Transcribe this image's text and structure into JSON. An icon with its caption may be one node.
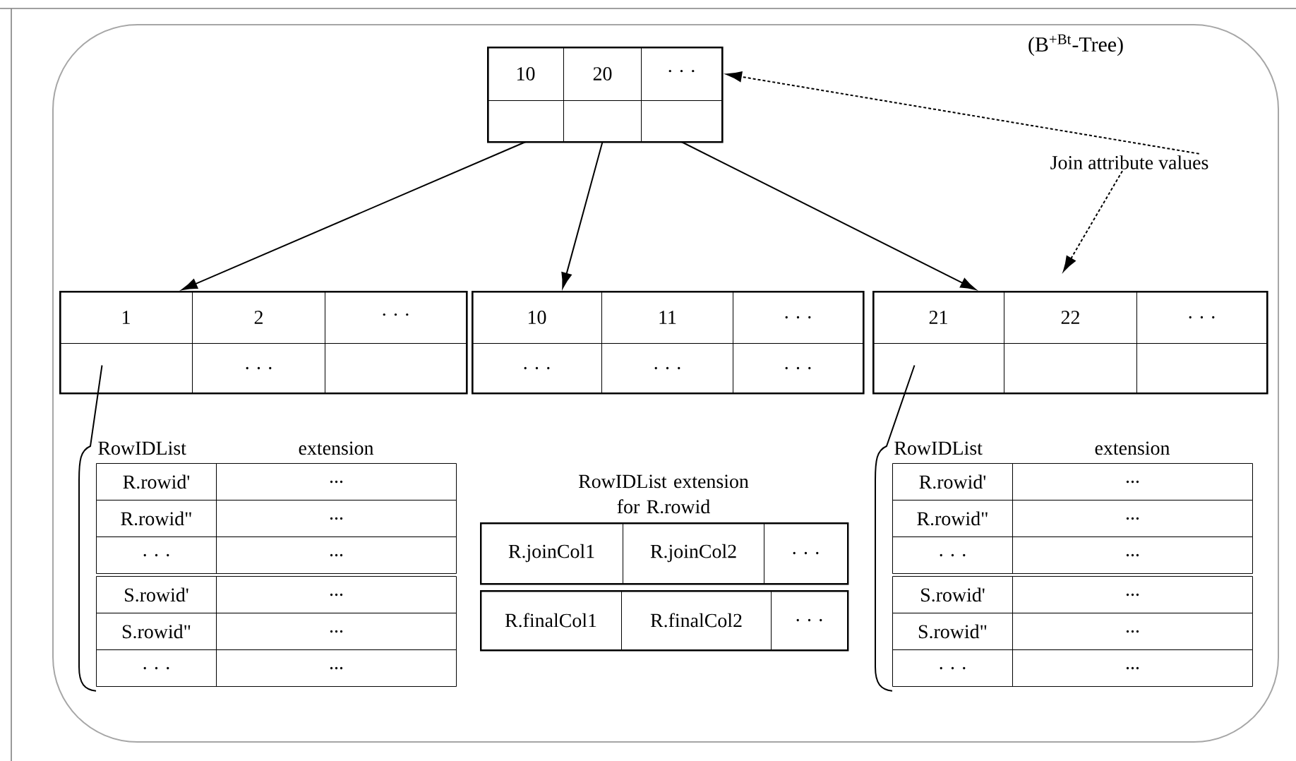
{
  "diagram": {
    "nodes": [
      {
        "text": [
          "(B$^{+Bt}$-Tree)"
        ]
      },
      {
        "text": [],
        "shape": "box",
        "in": 0
      },
      {
        "text": [
          "10"
        ],
        "in": 1
      },
      {
        "text": [
          "20"
        ],
        "in": 1
      },
      {
        "text": [
          "· · ·"
        ],
        "in": 1
      },
      {
        "text": [],
        "shape": "box",
        "in": 1
      },
      {
        "text": [],
        "shape": "box",
        "in": 1
      },
      {
        "text": [],
        "shape": "box",
        "in": 1
      },
      {
        "text": [],
        "shape": "box",
        "in": 0
      },
      {
        "text": [
          "1"
        ],
        "in": 8
      },
      {
        "text": [
          "2"
        ],
        "in": 8
      },
      {
        "text": [
          "· · ·"
        ],
        "in": 8
      },
      {
        "text": [],
        "shape": "box",
        "in": 8
      },
      {
        "text": [
          ". . ."
        ],
        "in": 8
      },
      {
        "text": [],
        "shape": "box",
        "in": 8
      },
      {
        "text": [],
        "shape": "box",
        "in": 0
      },
      {
        "text": [
          "10"
        ],
        "in": 15
      },
      {
        "text": [
          "11"
        ],
        "in": 15
      },
      {
        "text": [
          ". . ."
        ],
        "in": 15
      },
      {
        "text": [
          ". . ."
        ],
        "in": 15
      },
      {
        "text": [
          ". . ."
        ],
        "in": 15
      },
      {
        "text": [
          ". . ."
        ],
        "in": 15
      },
      {
        "text": [],
        "shape": "box",
        "in": 0
      },
      {
        "text": [
          "21"
        ],
        "in": 22
      },
      {
        "text": [
          "22"
        ],
        "in": 22
      },
      {
        "text": [
          ". . ."
        ],
        "in": 22
      },
      {
        "text": [],
        "shape": "box",
        "in": 22
      },
      {
        "text": [],
        "shape": "box",
        "in": 22
      },
      {
        "text": [],
        "shape": "box",
        "in": 22
      },
      {
        "text": [
          "RowIDList",
          "extension",
          "R.rowid'",
          "...",
          "R.rowid\"",
          "...",
          ". . .",
          "...",
          "S.rowid'",
          "...",
          "S.rowid\"",
          "...",
          ". . .",
          "..."
        ],
        "in": 0
      },
      {
        "text": [
          "RowIDList",
          "extension",
          "R.rowid'",
          "...",
          "R.rowid\"",
          "...",
          ". . .",
          "...",
          "S.rowid'",
          "...",
          "S.rowid\"",
          "...",
          ". . .",
          "..."
        ],
        "in": 0
      },
      {
        "text": [
          "R.joinCol1",
          "R.joinCol2",
          ". . ."
        ],
        "in": 0
      },
      {
        "text": [
          "R.finalCol1",
          "R.finalCol2",
          ". . ."
        ],
        "in": 0
      },
      {
        "text": [
          "Join attribute values"
        ],
        "in": 0
      }
    ],
    "edges": [
      {
        "from": 5,
        "to": 8,
        "arrow": "to"
      },
      {
        "from": 6,
        "to": 15,
        "arrow": "to"
      },
      {
        "from": 7,
        "to": 22,
        "arrow": "to"
      },
      {
        "from": 33,
        "to": 4,
        "arrow": "to",
        "style": "dashed"
      },
      {
        "from": 33,
        "to": 24,
        "arrow": "to",
        "style": "dashed"
      },
      {
        "from": 12,
        "to": 29,
        "arrow": "none"
      },
      {
        "from": 26,
        "to": 30,
        "arrow": "none"
      }
    ],
    "labels": [
      "RowIDList extension for R.rowid"
    ]
  }
}
